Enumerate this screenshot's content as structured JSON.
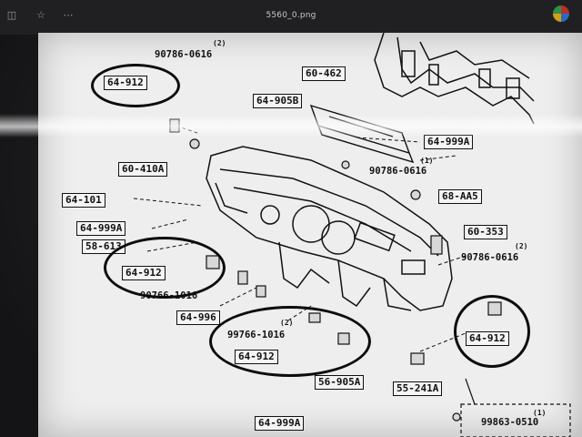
{
  "window": {
    "title": "5560_0.png"
  },
  "icons": {
    "left1": "◫",
    "left2": "☆",
    "more": "⋯"
  },
  "diagram": {
    "labels": {
      "p64912a": "64-912",
      "p64912b": "64-912",
      "p64912c": "64-912",
      "p64912d": "64-912",
      "p60410a": "60-410A",
      "p64101": "64-101",
      "p64999a1": "64-999A",
      "p58613": "58-613",
      "p60462": "60-462",
      "p64905b": "64-905B",
      "p64999a2": "64-999A",
      "p68aa5": "68-AA5",
      "p60353": "60-353",
      "p64996": "64-996",
      "p56905a": "56-905A",
      "p55241a": "55-241A",
      "p64999a3": "64-999A"
    },
    "plain": {
      "b90786a": "90786-0616",
      "b90786b": "90786-0616",
      "b90786c": "90786-0616",
      "b99766": "99766-1016",
      "b90766": "90766-1016",
      "b99863": "99863-0510"
    },
    "quantities": {
      "q1": "(2)",
      "q2": "(1)",
      "q3": "(2)",
      "q4": "(2)",
      "q5": "(1)"
    }
  }
}
